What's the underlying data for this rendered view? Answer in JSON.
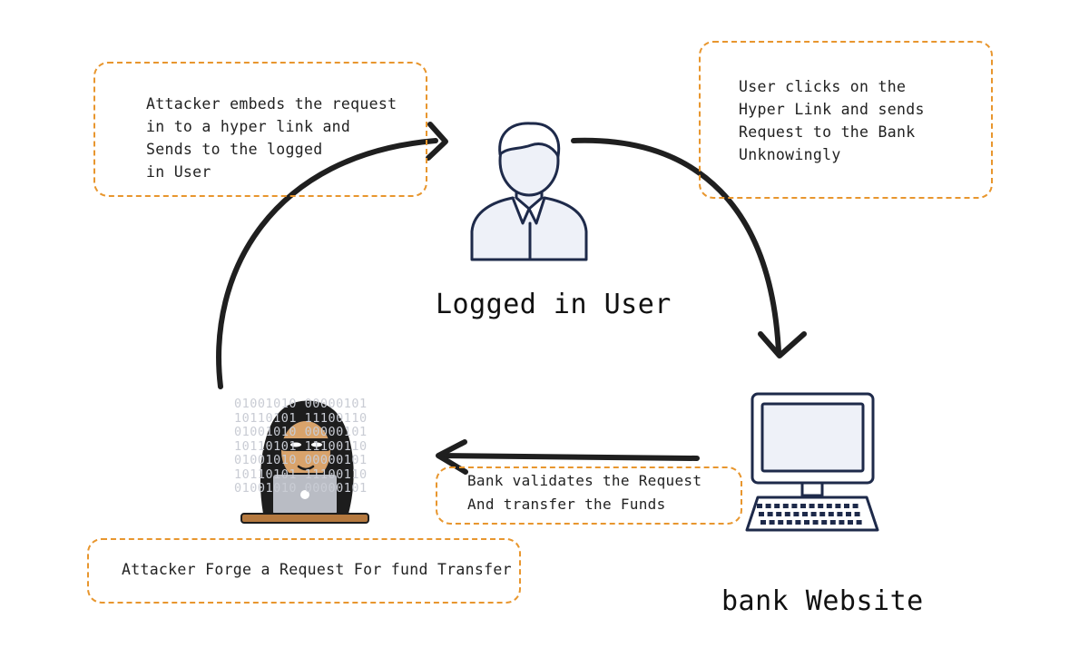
{
  "notes": {
    "embed": [
      "Attacker embeds the request",
      "in to a hyper link and",
      "Sends to the logged",
      "in User"
    ],
    "clicks": [
      "User clicks on the",
      "Hyper Link and sends",
      "Request to the Bank",
      "Unknowingly"
    ],
    "validates": [
      "Bank validates the Request",
      "And transfer the Funds"
    ],
    "forge": [
      "Attacker Forge a Request For fund Transfer"
    ]
  },
  "labels": {
    "user": "Logged in User",
    "bank": "bank Website"
  },
  "binary_rows": [
    "01001010 00000101",
    "10110101 11100110",
    "01001010 00000101",
    "10110101 11100110",
    "01001010 00000101",
    "10110101 11100110",
    "01001010 00000101"
  ],
  "colors": {
    "dashed_border": "#e8962e",
    "arrow": "#1f1f1f",
    "outline": "#1e2a4a",
    "fill_light": "#eef1f8",
    "hood": "#1d1d1d",
    "skin": "#d9a36b",
    "desk": "#b5793f"
  },
  "icons": {
    "user": "user-avatar-icon",
    "computer": "desktop-computer-icon",
    "hacker": "hacker-icon"
  }
}
